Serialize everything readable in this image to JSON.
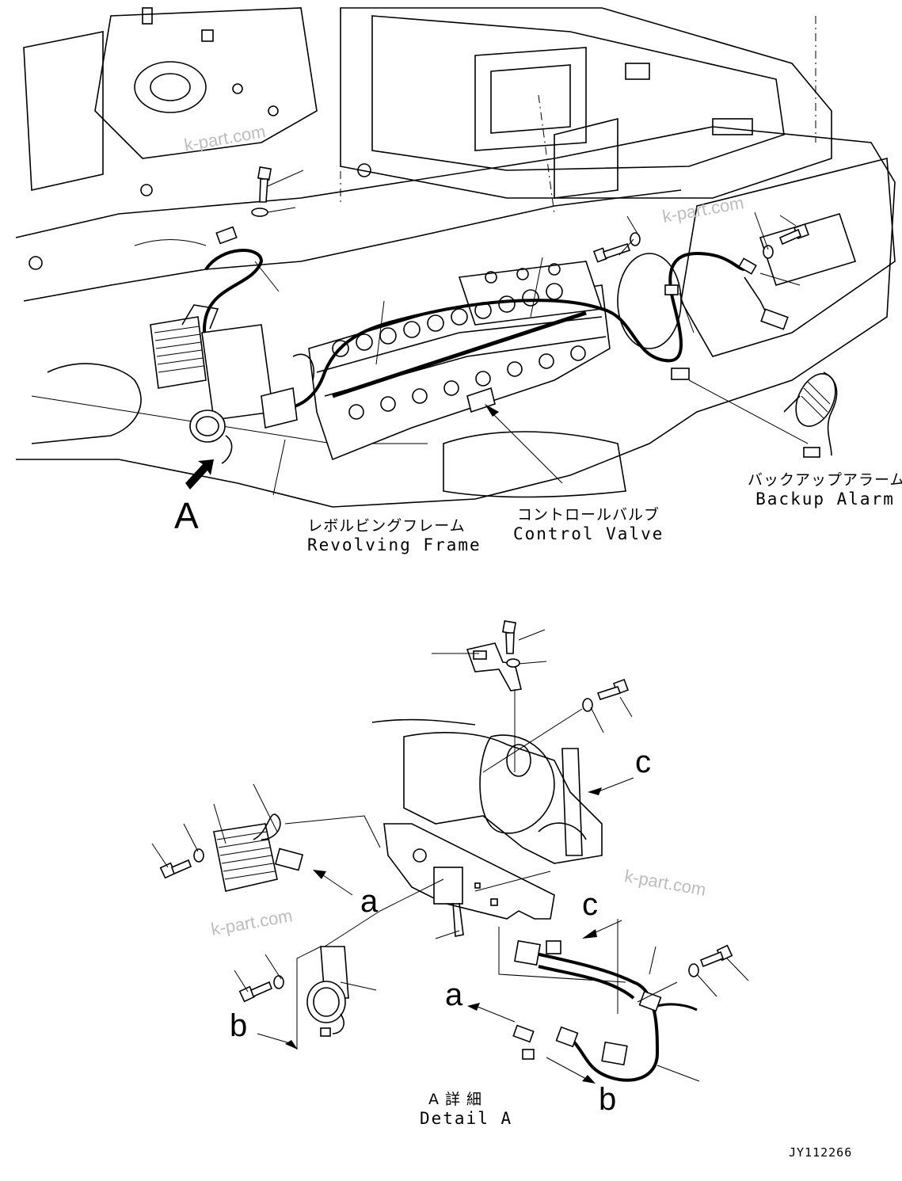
{
  "labels": {
    "revolving_frame_jp": "レボルビングフレーム",
    "revolving_frame_en": "Revolving Frame",
    "control_valve_jp": "コントロールバルブ",
    "control_valve_en": "Control Valve",
    "backup_alarm_jp": "バックアップアラーム",
    "backup_alarm_en": "Backup Alarm",
    "detail_jp": "A 詳 細",
    "detail_en": "Detail A"
  },
  "view_letters": {
    "view_a_arrow": "A",
    "a_top": "a",
    "a_bottom": "a",
    "b_left": "b",
    "b_bottom": "b",
    "c_top": "c",
    "c_mid": "c"
  },
  "watermarks": [
    "k-part.com",
    "k-part.com",
    "k-part.com",
    "k-part.com"
  ],
  "drawing_code": "JY112266",
  "icons": [
    "view-arrow-icon",
    "bolt-icon",
    "washer-icon",
    "connector-icon",
    "clamp-icon",
    "backup-alarm-icon",
    "relay-icon",
    "bracket-icon"
  ]
}
